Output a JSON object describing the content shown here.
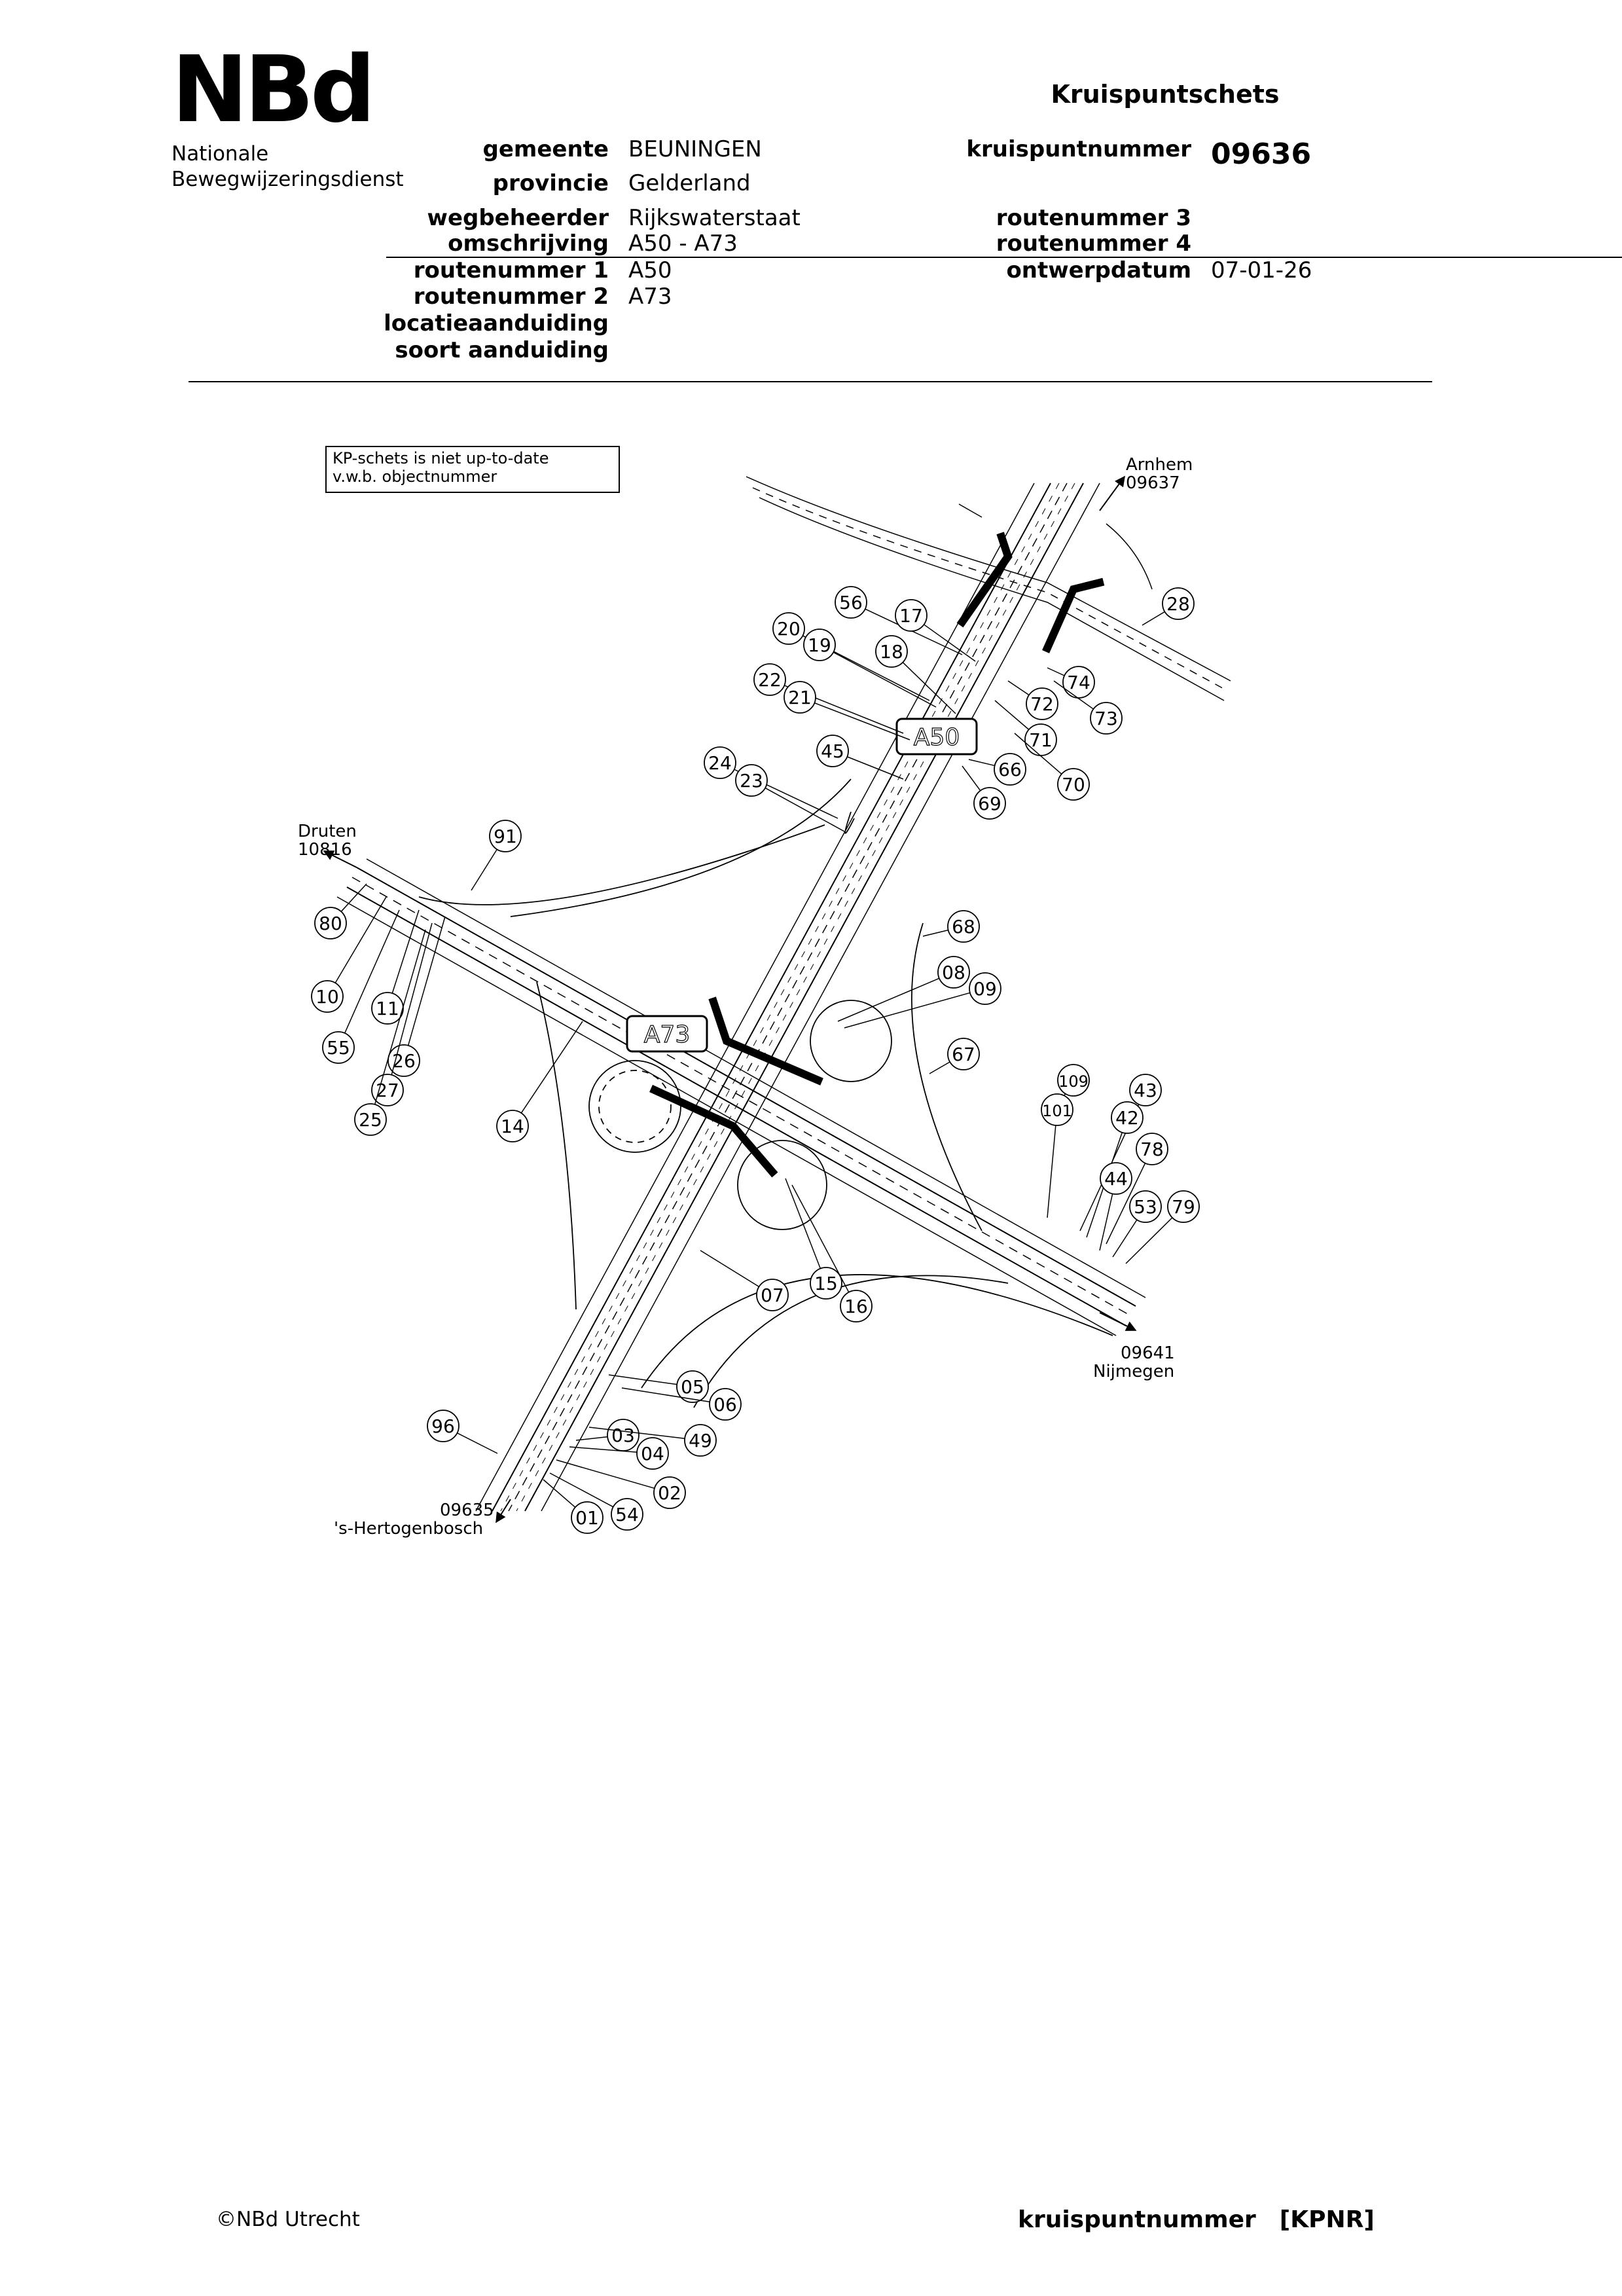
{
  "logo": {
    "mark": "NBd",
    "line1": "Nationale",
    "line2": "Bewegwijzeringsdienst"
  },
  "title": "Kruispuntschets",
  "fields": {
    "gemeente": {
      "label": "gemeente",
      "value": "BEUNINGEN"
    },
    "provincie": {
      "label": "provincie",
      "value": "Gelderland"
    },
    "wegbeheerder": {
      "label": "wegbeheerder",
      "value": "Rijkswaterstaat"
    },
    "omschrijving": {
      "label": "omschrijving",
      "value": "A50 - A73"
    },
    "routenummer1": {
      "label": "routenummer 1",
      "value": "A50"
    },
    "routenummer2": {
      "label": "routenummer 2",
      "value": "A73"
    },
    "locatieaanduiding": {
      "label": "locatieaanduiding",
      "value": ""
    },
    "soortaanduiding": {
      "label": "soort aanduiding",
      "value": ""
    },
    "kruispuntnummer": {
      "label": "kruispuntnummer",
      "value": "09636"
    },
    "routenummer3": {
      "label": "routenummer 3",
      "value": ""
    },
    "routenummer4": {
      "label": "routenummer 4",
      "value": ""
    },
    "ontwerpdatum": {
      "label": "ontwerpdatum",
      "value": "07-01-26"
    }
  },
  "sketch": {
    "note_line1": "KP-schets is niet up-to-date",
    "note_line2": "v.w.b. objectnummer",
    "shield_a50": "A50",
    "shield_a73": "A73",
    "destinations": {
      "arnhem": {
        "name": "Arnhem",
        "kp": "09637"
      },
      "druten": {
        "name": "Druten",
        "kp": "10816"
      },
      "nijmegen": {
        "name": "Nijmegen",
        "kp": "09641"
      },
      "hertogenbosch": {
        "name": "'s-Hertogenbosch",
        "kp": "09635"
      }
    },
    "objects": [
      "56",
      "17",
      "28",
      "20",
      "19",
      "18",
      "74",
      "73",
      "22",
      "21",
      "72",
      "71",
      "45",
      "66",
      "70",
      "24",
      "23",
      "69",
      "91",
      "80",
      "68",
      "08",
      "09",
      "10",
      "11",
      "55",
      "26",
      "27",
      "25",
      "14",
      "67",
      "109",
      "43",
      "101",
      "42",
      "78",
      "44",
      "53",
      "79",
      "07",
      "15",
      "16",
      "05",
      "06",
      "96",
      "03",
      "04",
      "49",
      "02",
      "01",
      "54"
    ]
  },
  "footer": {
    "copyright": "©NBd Utrecht",
    "kp_label": "kruispuntnummer",
    "kp_tag": "[KPNR]"
  }
}
